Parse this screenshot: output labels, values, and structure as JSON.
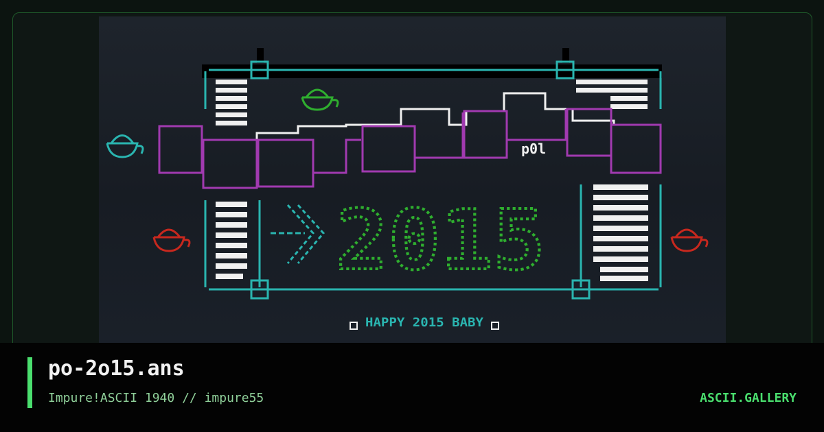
{
  "artwork": {
    "headline_year": "2015",
    "tag_text": "p0l",
    "banner_text": "HAPPY 2015 BABY"
  },
  "footer": {
    "title": "po-2o15.ans",
    "subtitle": "Impure!ASCII 1940 // impure55",
    "brand": "ASCII.GALLERY"
  },
  "colors": {
    "accent": "#4ade6e",
    "cyan": "#2ab5b0",
    "magenta": "#a13ab0",
    "red": "#c8281e",
    "green": "#2fae2f"
  },
  "icons": [
    "teapot-icon",
    "arrow-right-icon"
  ]
}
